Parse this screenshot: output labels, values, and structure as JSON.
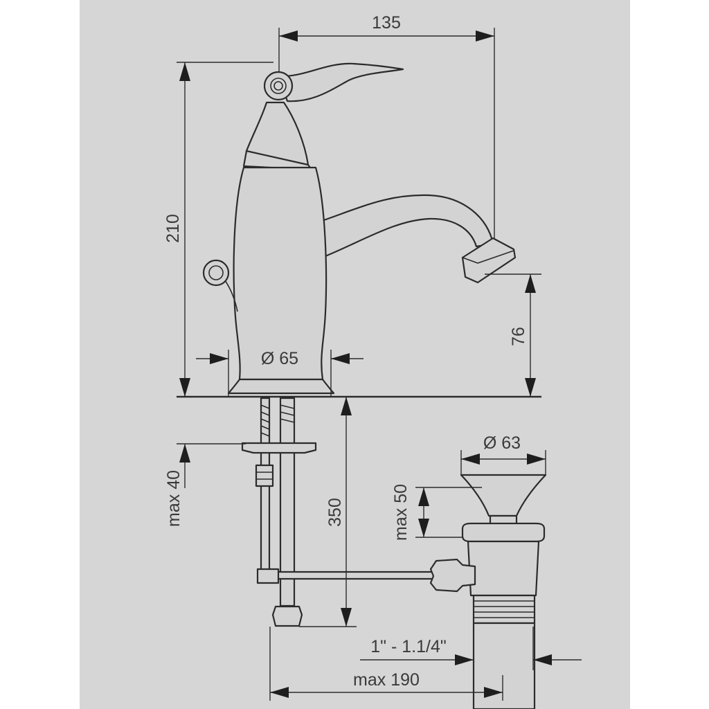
{
  "colors": {
    "panel_background": "#d6d6d6",
    "margin_background": "#ffffff",
    "line_color": "#2b2b2b",
    "text_color": "#3a3a3a"
  },
  "dimensions": {
    "width_135": "135",
    "height_210": "210",
    "spout_height_76": "76",
    "base_diameter": "Ø 65",
    "max_deck_thickness": "max 40",
    "rod_length_350": "350",
    "waste_diameter": "Ø 63",
    "waste_max_thickness": "max 50",
    "waste_thread": "1\" - 1.1/4\"",
    "max_rod_reach": "max 190"
  }
}
